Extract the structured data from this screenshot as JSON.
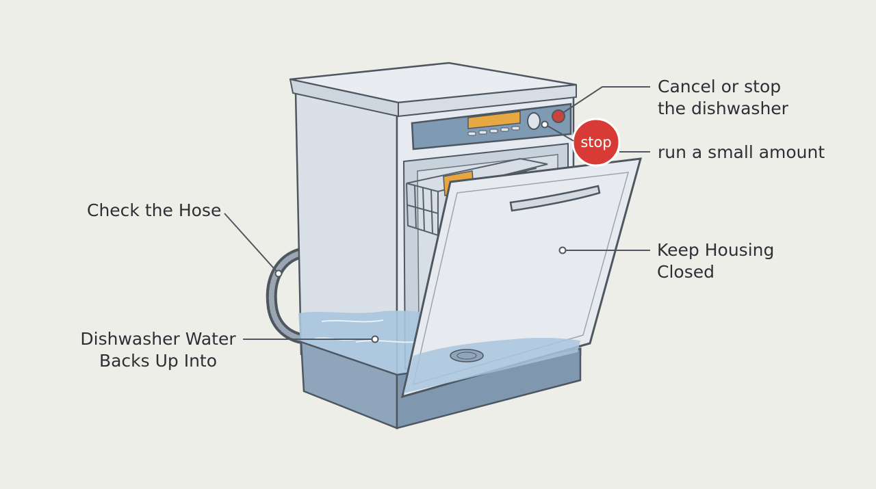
{
  "labels": {
    "cancel": {
      "line1": "Cancel or stop",
      "line2": "the dishwasher"
    },
    "run_small": "run a small amount",
    "check_hose": "Check the Hose",
    "keep_housing": {
      "line1": "Keep Housing",
      "line2": "Closed"
    },
    "water_backs_up": {
      "line1": "Dishwasher Water",
      "line2": "Backs Up Into"
    }
  },
  "stop_badge": "stop",
  "colors": {
    "background": "#eeeee9",
    "body": "#dde3ea",
    "panel": "#7f9ab3",
    "water": "#a9c6de",
    "stop_red": "#d83b35",
    "display_amber": "#e7a741",
    "line": "#50565e"
  }
}
